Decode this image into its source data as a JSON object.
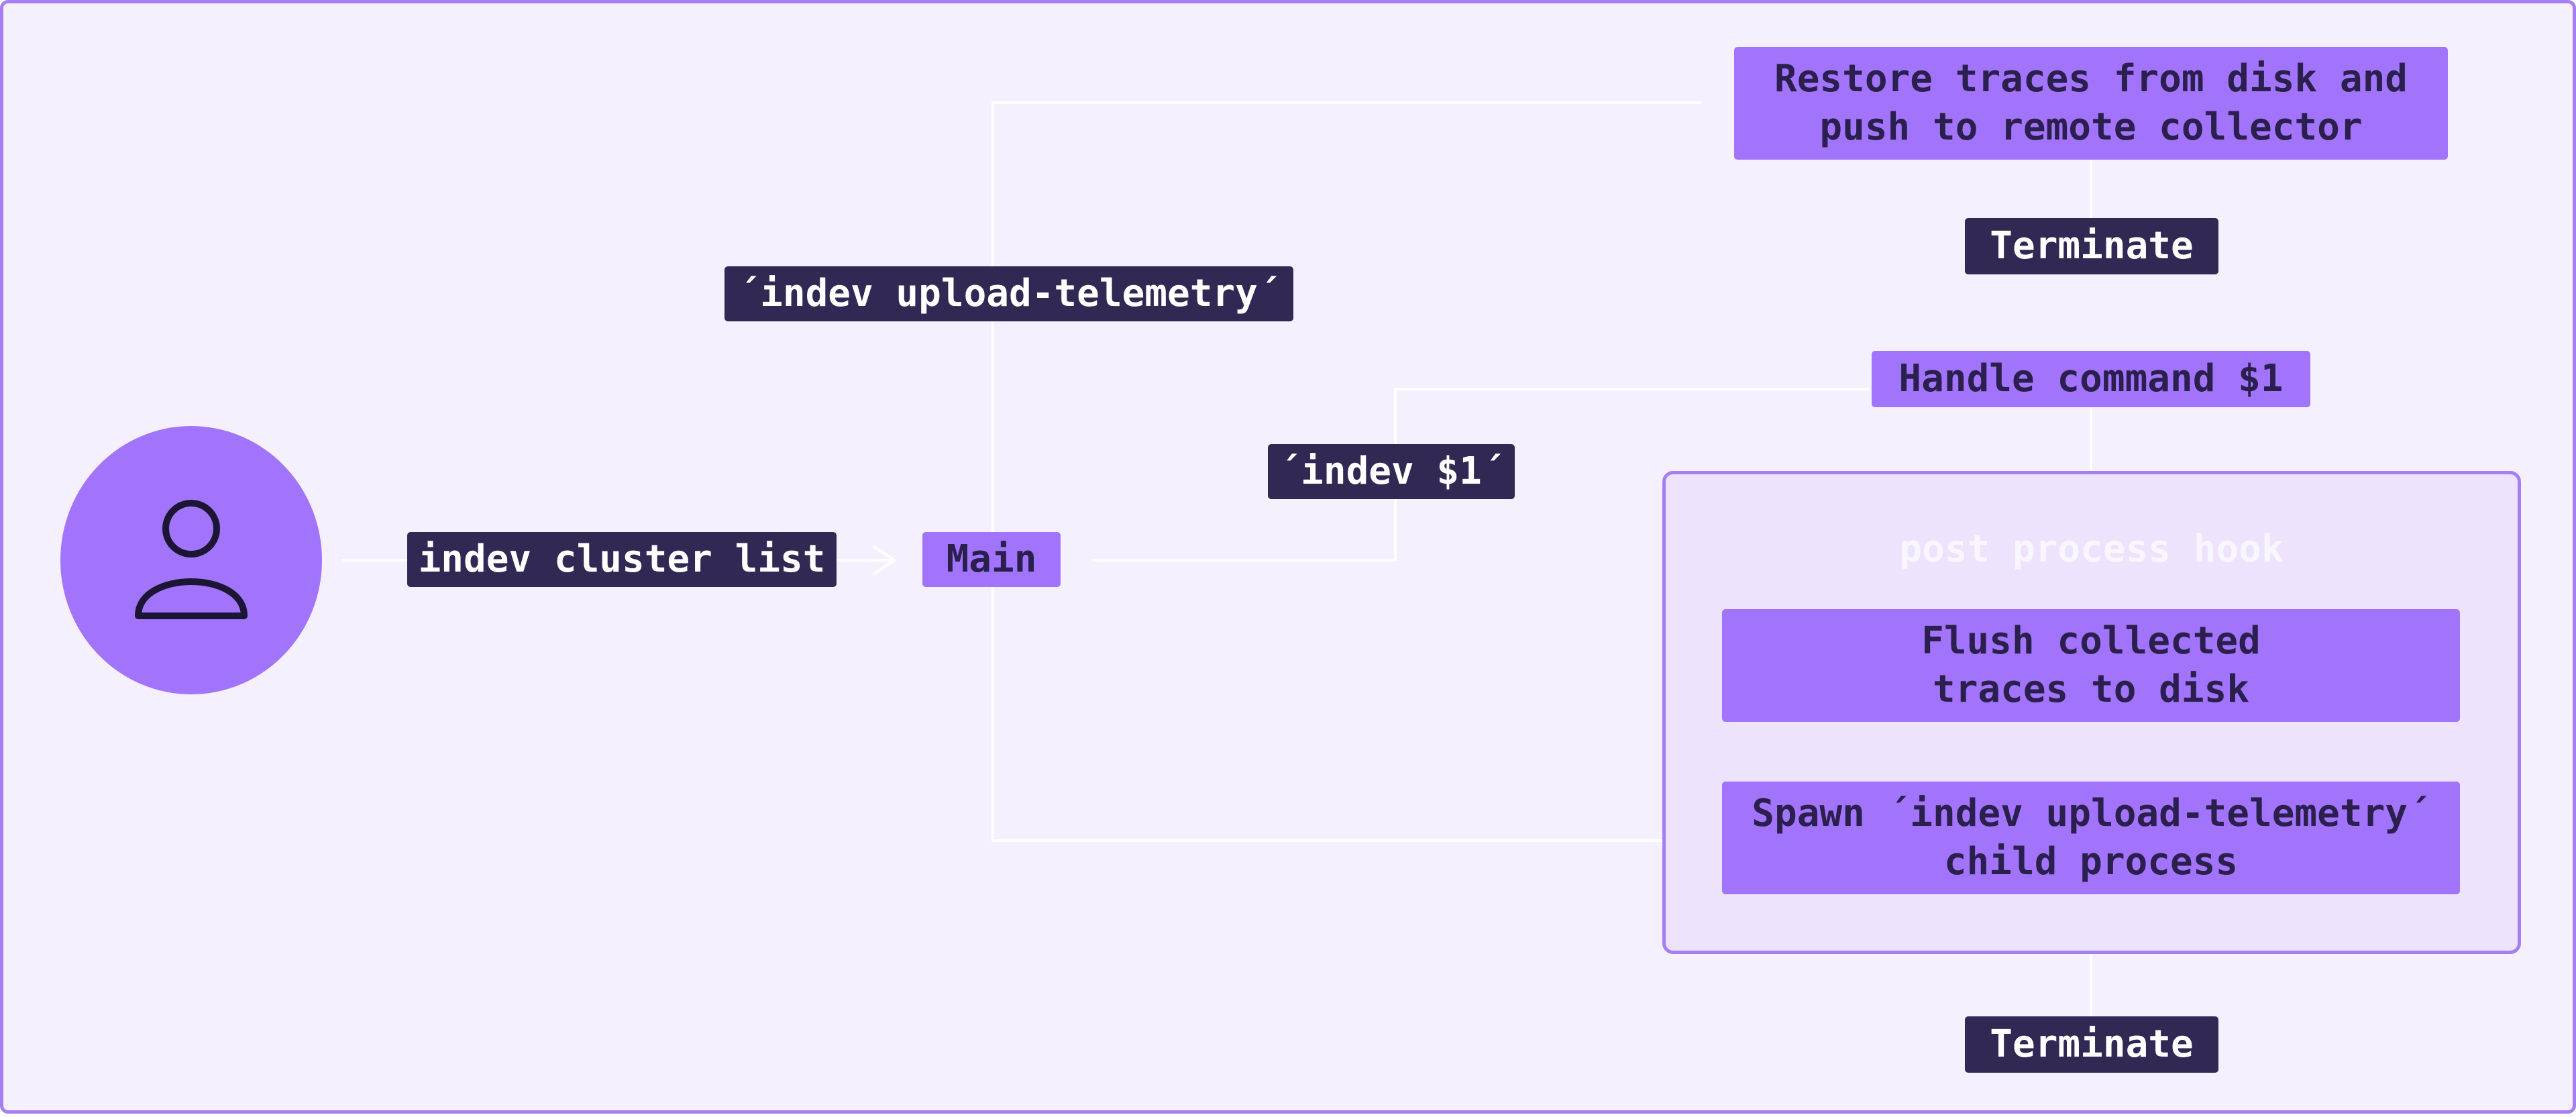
{
  "actor": {
    "icon": "user-icon"
  },
  "commands": {
    "cluster_list": "indev cluster list",
    "upload_telemetry": "´indev upload-telemetry´",
    "dollar_one": "´indev $1´"
  },
  "nodes": {
    "main": "Main",
    "restore_traces": "Restore traces from disk and\npush to remote collector",
    "terminate_top": "Terminate",
    "handle_command": "Handle command $1",
    "flush_traces": "Flush collected\ntraces to disk",
    "spawn_child": "Spawn ´indev upload-telemetry´\nchild process",
    "terminate_bottom": "Terminate"
  },
  "groups": {
    "post_process_hook": "post process hook"
  },
  "colors": {
    "background": "#f5f0fd",
    "accent_purple": "#a274fb",
    "dark_label": "#312853",
    "border": "#a47ff0",
    "group_fill": "#ede3fd"
  }
}
